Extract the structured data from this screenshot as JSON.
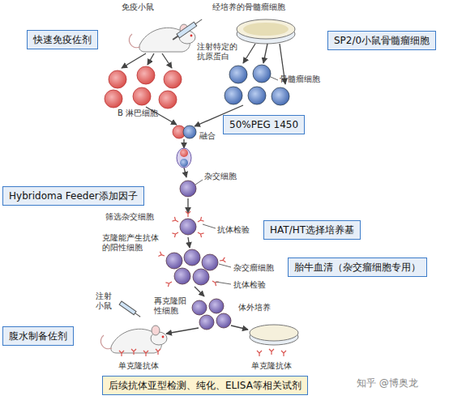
{
  "diagram": {
    "nodes": [
      {
        "text": [
          "快速免疫佐剂"
        ]
      },
      {
        "text": [
          "SP2/0小鼠骨髓瘤细胞"
        ]
      },
      {
        "text": [
          "50%PEG 1450"
        ]
      },
      {
        "text": [
          "Hybridoma Feeder添加因子"
        ]
      },
      {
        "text": [
          "HAT/HT选择培养基"
        ]
      },
      {
        "text": [
          "胎牛血清（杂交瘤细胞专用）"
        ]
      },
      {
        "text": [
          "腹水制备佐剂"
        ]
      },
      {
        "text": [
          "后续抗体亚型检测、纯化、ELISA等相关试剂"
        ]
      }
    ],
    "labels": [
      "免疫小鼠",
      "注射特定的抗原蛋白",
      "经培养的骨髓瘤细胞",
      "骨髓瘤细胞",
      "B 淋巴细胞",
      "融合",
      "杂交细胞",
      "筛选杂交细胞",
      "抗体检验",
      "克隆能产生抗体的阳性细胞",
      "杂交瘤细胞",
      "抗体检验",
      "再克隆阳性细胞",
      "注射小鼠",
      "体外培养",
      "单克隆抗体",
      "单克隆抗体",
      "知乎 @博奥龙"
    ]
  }
}
